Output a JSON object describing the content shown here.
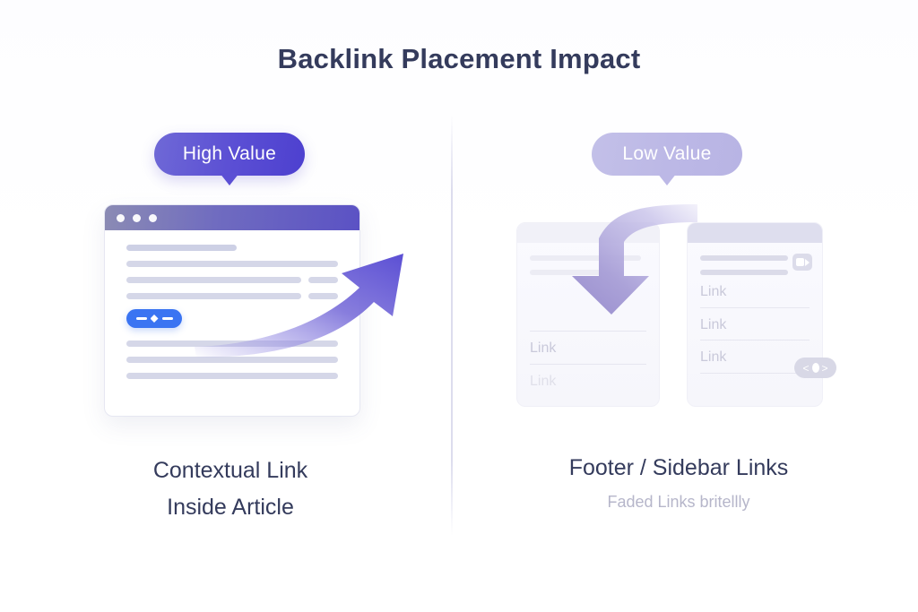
{
  "page": {
    "title": "Backlink Placement Impact",
    "background": "#ffffff",
    "title_color": "#343b5c",
    "accent_color": "#5b4fd4",
    "muted_accent_color": "#bcb8e6",
    "link_pill_color": "#3a74f2"
  },
  "left": {
    "badge": {
      "label": "High Value",
      "style": "solid-purple-gradient",
      "color": "#5b4fd4"
    },
    "browser": {
      "dots": [
        "dot-1",
        "dot-2",
        "dot-3"
      ],
      "link_pill": {
        "icon": "link-diamond-icon",
        "color": "#3a74f2"
      }
    },
    "arrow": {
      "direction": "up-right",
      "meaning": "value-rising",
      "color": "#6f63d8"
    },
    "caption_line1": "Contextual Link",
    "caption_line2": "Inside Article"
  },
  "right": {
    "badge": {
      "label": "Low Value",
      "style": "faded-lavender",
      "color": "#bcb8e6"
    },
    "footer_panel": {
      "links": [
        "Link",
        "Link"
      ]
    },
    "sidebar_panel": {
      "links": [
        "Link",
        "Link",
        "Link"
      ],
      "media_badge_icon": "media-badge-icon",
      "code_badge_icon": "code-embed-icon"
    },
    "arrow": {
      "direction": "curve-down",
      "meaning": "value-dropping",
      "color": "#b0a8dc"
    },
    "caption_title": "Footer / Sidebar Links",
    "caption_subtitle": "Faded Links britellly"
  }
}
